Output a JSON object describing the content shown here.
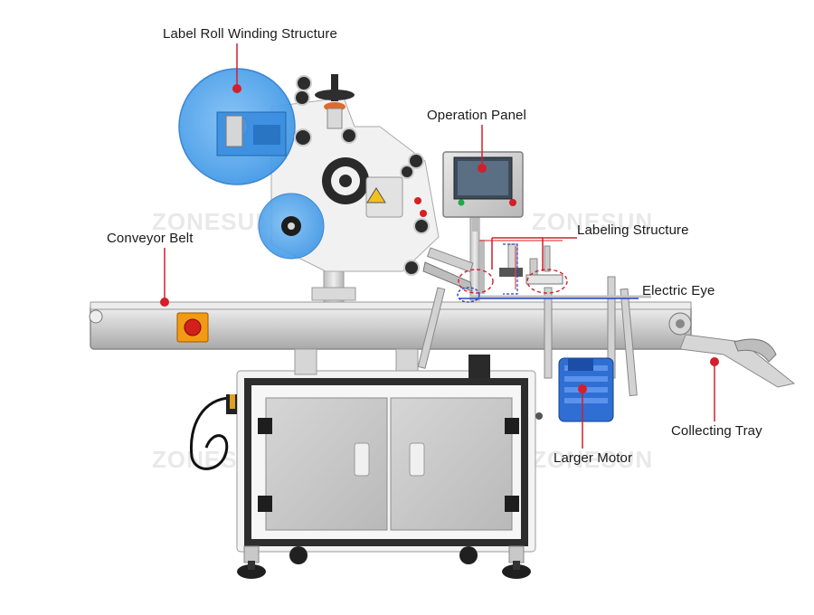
{
  "watermark": "ZONESUN",
  "callout_color": "#d21f2b",
  "highlight_color": "#2f86e0",
  "labels": {
    "label_roll": "Label Roll Winding Structure",
    "operation_panel": "Operation Panel",
    "conveyor_belt": "Conveyor Belt",
    "labeling_structure": "Labeling Structure",
    "electric_eye": "Electric Eye",
    "collecting_tray": "Collecting Tray",
    "larger_motor": "Larger Motor"
  }
}
